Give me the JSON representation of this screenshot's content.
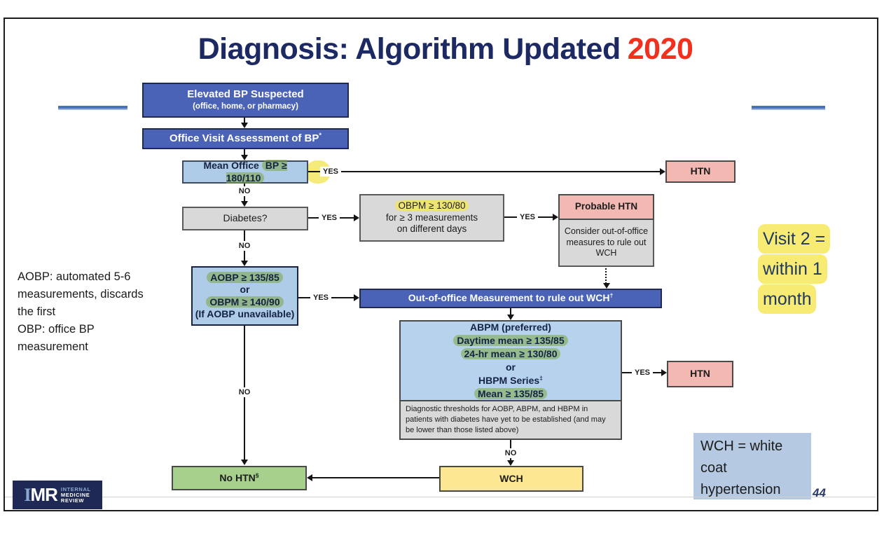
{
  "title": {
    "main": "Diagnosis: Algorithm Updated",
    "year": "2020"
  },
  "labels": {
    "yes": "YES",
    "no": "NO"
  },
  "flow": {
    "elevated_bp": {
      "line1": "Elevated BP Suspected",
      "line2": "(office, home, or pharmacy)"
    },
    "office_visit": {
      "text": "Office Visit Assessment of BP",
      "sup": "*"
    },
    "mean_office": {
      "prefix": "Mean Office ",
      "highlight": "BP ≥ 180/110"
    },
    "htn": "HTN",
    "diabetes": "Diabetes?",
    "obpm": {
      "line1": "OBPM ≥ 130/80",
      "line2": "for ≥ 3 measurements",
      "line3": "on different days"
    },
    "probable_htn": {
      "header": "Probable HTN",
      "body": "Consider out-of-office measures to rule out WCH"
    },
    "aobp": {
      "line1": "AOBP ≥ 135/85",
      "line2": "or",
      "line3": "OBPM ≥ 140/90",
      "line4": "(If AOBP unavailable)"
    },
    "out_of_office": {
      "text": "Out-of-office Measurement to rule out WCH",
      "sup": "†"
    },
    "abpm": {
      "line1": "ABPM (preferred)",
      "line2": "Daytime mean ≥ 135/85",
      "line3": "24-hr mean ≥ 130/80",
      "line4": "or",
      "line5": "HBPM Series",
      "line5_sup": "‡",
      "line6": "Mean ≥ 135/85",
      "footnote": "Diagnostic thresholds for AOBP, ABPM, and HBPM in patients with diabetes have yet to be established (and may be lower than those listed above)"
    },
    "no_htn": {
      "text": "No HTN",
      "sup": "§"
    },
    "wch": "WCH"
  },
  "annotations": {
    "left_note": "AOBP: automated 5-6\nmeasurements, discards\nthe first\nOBP: office BP\nmeasurement",
    "visit_note": {
      "line1": "Visit 2 =",
      "line2": "within 1",
      "line3": "month"
    },
    "wch_legend": "WCH = white\ncoat\nhypertension",
    "page_number": "44"
  },
  "logo": {
    "monogram_i": "I",
    "monogram_mr": "MR",
    "line1": "INTERNAL",
    "line2": "MEDICINE",
    "line3": "REVIEW"
  },
  "colors": {
    "title_navy": "#1d2963",
    "year_red": "#f2301e",
    "box_blue": "#4a63b7",
    "box_light_blue": "#aecbe8",
    "box_gray": "#d9d9d9",
    "box_pink": "#f2b8b1",
    "box_green": "#a8d08d",
    "box_yellow": "#fde793",
    "legend_blue": "#b5c9e2",
    "highlight_yellow": "#f2e65a",
    "highlight_green": "#7ca840"
  }
}
